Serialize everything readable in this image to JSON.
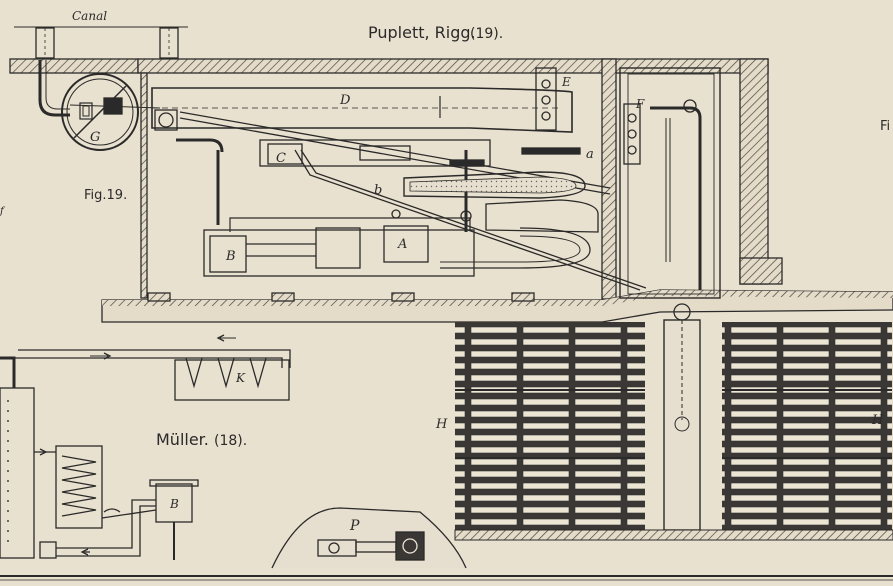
{
  "figures": {
    "fig19": {
      "title": "Puplett, Rigg.",
      "title_num": "(19).",
      "caption": "Fig.19.",
      "canal_label": "Canal"
    },
    "fig18": {
      "title": "Müller.",
      "title_num": "(18)."
    }
  },
  "labels": {
    "A": "A",
    "B": "B",
    "C": "C",
    "D": "D",
    "E": "E",
    "F": "F",
    "G": "G",
    "a": "a",
    "b": "b",
    "H_left": "H",
    "H_right": "H",
    "K": "K",
    "B_small": "B",
    "P": "P"
  },
  "edge_fragments": {
    "right_fig": "Fi",
    "left_mark": "f"
  },
  "colors": {
    "paper": "#e9e1cf",
    "ink": "#2b2a2a",
    "hatch": "#555049"
  }
}
